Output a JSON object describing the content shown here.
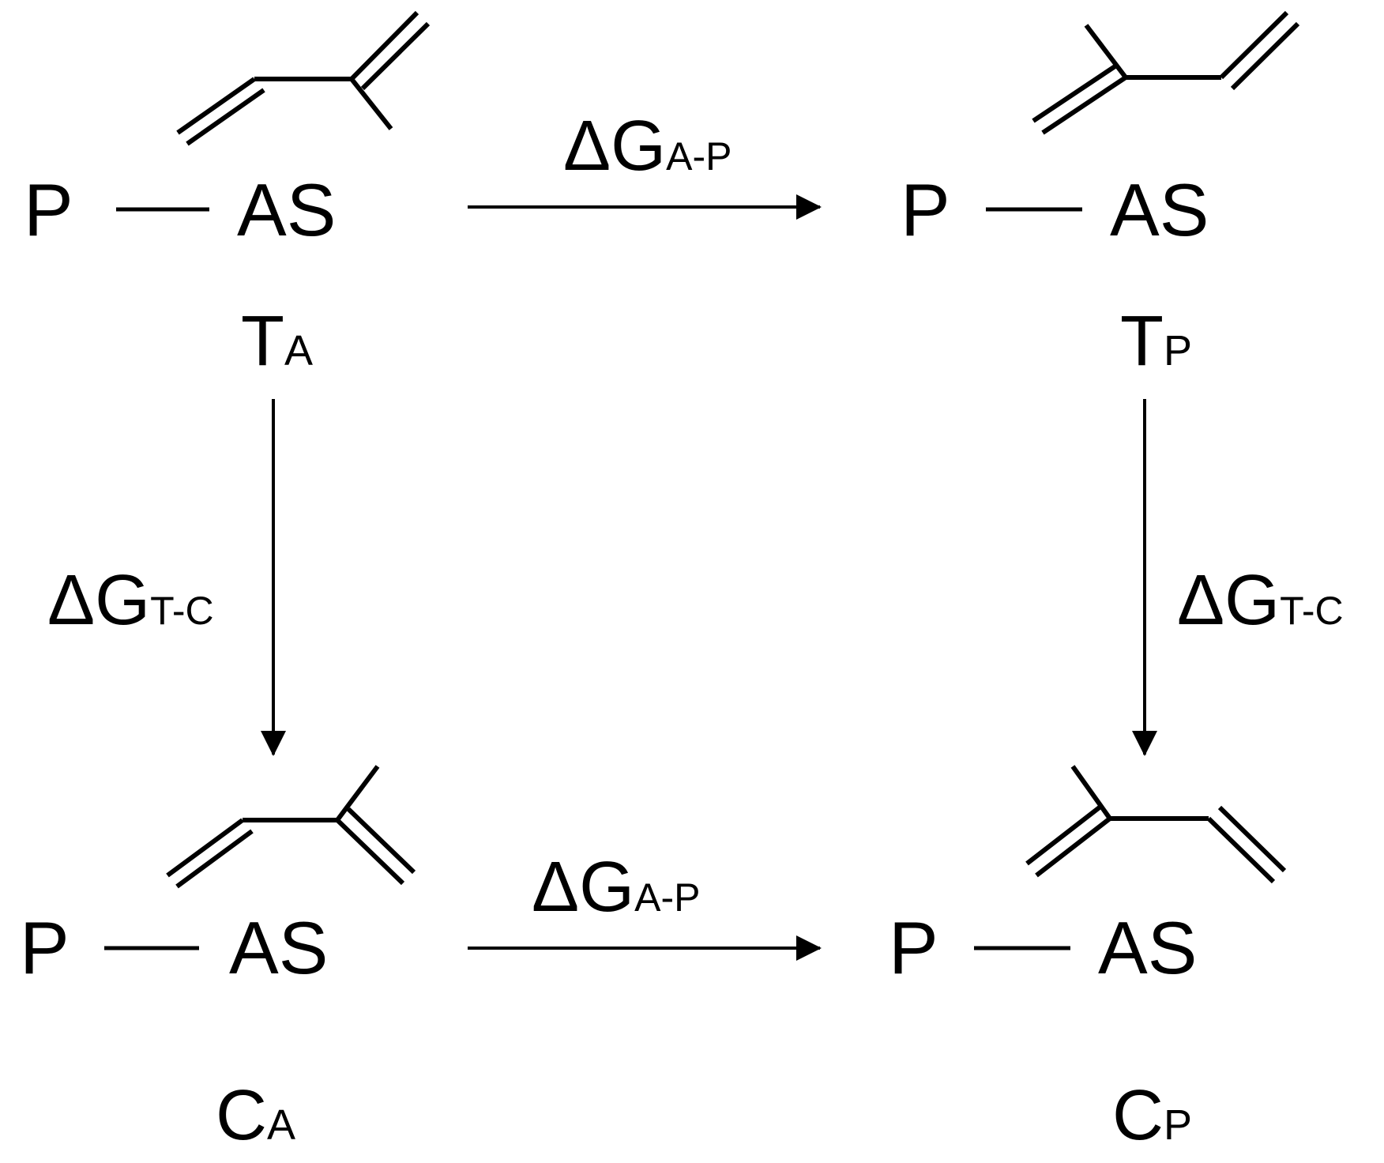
{
  "states": {
    "TA": {
      "left": "P",
      "right": "AS",
      "label_main": "T",
      "label_sub": "A"
    },
    "TP": {
      "left": "P",
      "right": "AS",
      "label_main": "T",
      "label_sub": "P"
    },
    "CA": {
      "left": "P",
      "right": "AS",
      "label_main": "C",
      "label_sub": "A"
    },
    "CP": {
      "left": "P",
      "right": "AS",
      "label_main": "C",
      "label_sub": "P"
    }
  },
  "transitions": {
    "top": {
      "symbol": "ΔG",
      "sub": "A-P"
    },
    "bottom": {
      "symbol": "ΔG",
      "sub": "A-P"
    },
    "left": {
      "symbol": "ΔG",
      "sub": "T-C"
    },
    "right": {
      "symbol": "ΔG",
      "sub": "T-C"
    }
  }
}
